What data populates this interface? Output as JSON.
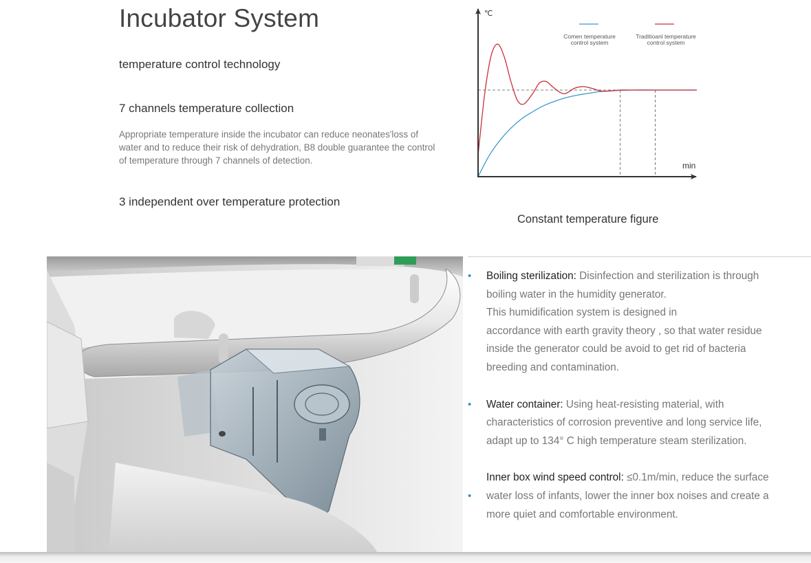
{
  "header": {
    "title": "Incubator System",
    "subtitle_1": "temperature control technology",
    "subtitle_2": "7 channels temperature collection",
    "description": "Appropriate temperature inside the incubator can reduce neonates'loss of water and to reduce their risk of dehydration, B8 double guarantee the control of temperature through 7 channels of detection.",
    "subtitle_3": "3 independent over temperature protection"
  },
  "chart_data": {
    "type": "line",
    "ylabel": "℃",
    "xlabel": "min",
    "caption": "Constant temperature figure",
    "setpoint": 1.0,
    "series": [
      {
        "name": "Comen temperature control system",
        "color": "#3a98cc",
        "x": [
          0,
          5,
          10,
          15,
          20,
          25,
          30,
          35,
          40,
          45,
          50,
          55,
          60,
          70,
          80,
          90,
          100
        ],
        "y": [
          0.0,
          0.24,
          0.42,
          0.56,
          0.67,
          0.75,
          0.82,
          0.87,
          0.91,
          0.94,
          0.96,
          0.98,
          0.99,
          1.0,
          1.0,
          1.0,
          1.0
        ]
      },
      {
        "name": "Traditioanl temperature control system",
        "color": "#c8303a",
        "x": [
          0,
          3,
          6,
          9,
          12,
          15,
          18,
          21,
          25,
          28,
          31,
          34,
          37,
          40,
          44,
          48,
          52,
          56,
          60,
          65,
          70,
          80,
          90,
          100
        ],
        "y": [
          0.25,
          0.95,
          1.4,
          1.53,
          1.38,
          1.1,
          0.88,
          0.84,
          0.96,
          1.08,
          1.1,
          1.04,
          0.98,
          0.96,
          1.02,
          1.04,
          1.02,
          0.99,
          0.99,
          1.0,
          1.0,
          1.0,
          1.0,
          1.0
        ]
      }
    ],
    "markers_x": [
      65,
      81
    ]
  },
  "features": [
    {
      "lead": "Boiling sterilization:",
      "lines": [
        "Disinfection and sterilization is through",
        "boiling water in the humidity generator.",
        "This humidification system is designed in",
        "accordance with earth gravity theory , so that water residue",
        "inside the generator could be avoid to get rid of bacteria",
        "breeding and contamination."
      ]
    },
    {
      "lead": "Water container:",
      "lines": [
        "Using heat-resisting material, with",
        "characteristics of corrosion preventive and long service life,",
        "adapt up to 134°  C high temperature steam sterilization."
      ]
    },
    {
      "lead": "Inner box wind speed control:",
      "lines": [
        "≤0.1m/min, reduce the surface",
        "water loss of infants, lower the inner box noises and create a",
        "more quiet and comfortable environment."
      ]
    }
  ],
  "bullet_char": "•",
  "colors": {
    "accent": "#3a98cc",
    "traditional": "#c8303a"
  }
}
